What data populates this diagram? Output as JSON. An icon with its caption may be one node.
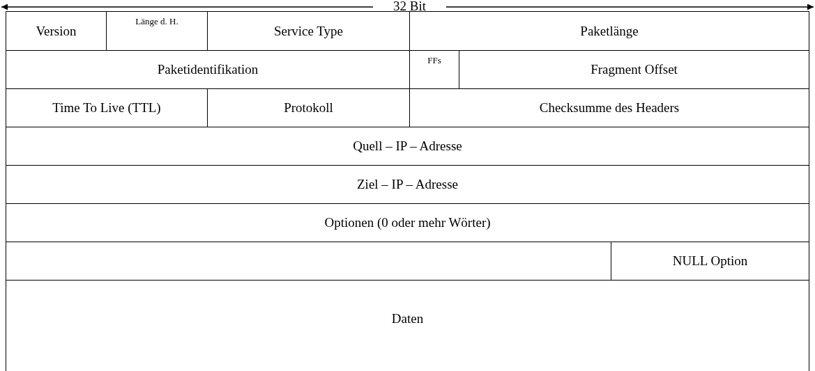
{
  "diagram": {
    "labels": [
      "32 Bit",
      "Version",
      "Länge d. H.",
      "Service Type",
      "Paketlänge",
      "Paketidentifikation",
      "FFs",
      "Fragment Offset",
      "Time To Live (TTL)",
      "Protokoll",
      "Checksumme des Headers",
      "Quell – IP – Adresse",
      "Ziel – IP – Adresse",
      "Optionen (0 oder mehr Wörter)",
      "NULL Option",
      "Daten"
    ]
  }
}
